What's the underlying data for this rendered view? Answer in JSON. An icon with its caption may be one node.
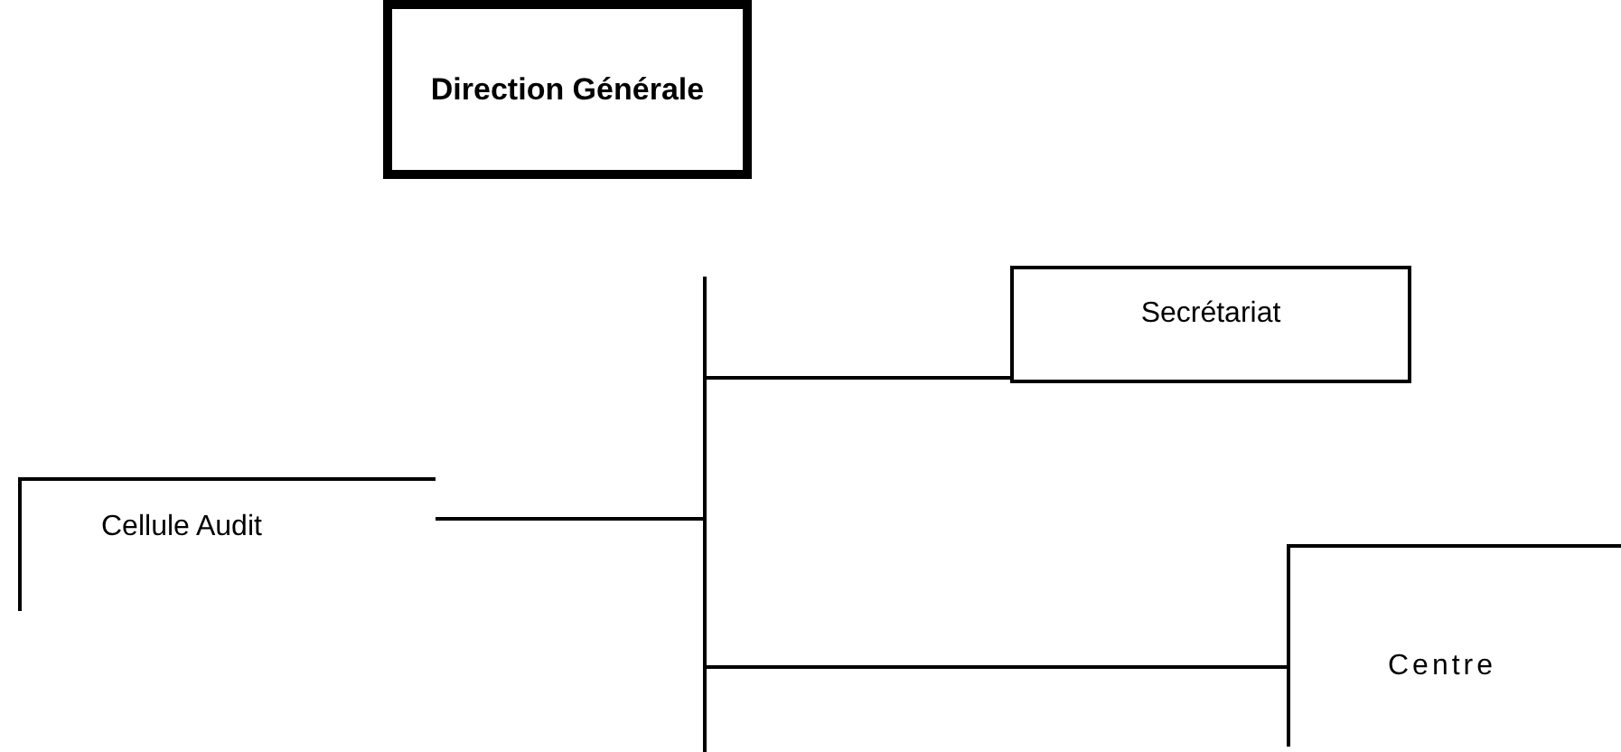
{
  "diagram": {
    "nodes": [
      {
        "text": [
          "Direction Générale"
        ]
      },
      {
        "text": [
          "Secrétariat"
        ]
      },
      {
        "text": [
          "Cellule Audit"
        ]
      },
      {
        "text": [
          "Centre"
        ]
      },
      {
        "text": [],
        "shape": "bar"
      }
    ],
    "edges": [
      {
        "from": 4,
        "to": 1,
        "arrow": "none"
      },
      {
        "from": 4,
        "to": 2,
        "arrow": "none"
      },
      {
        "from": 4,
        "to": 3,
        "arrow": "none"
      }
    ]
  }
}
